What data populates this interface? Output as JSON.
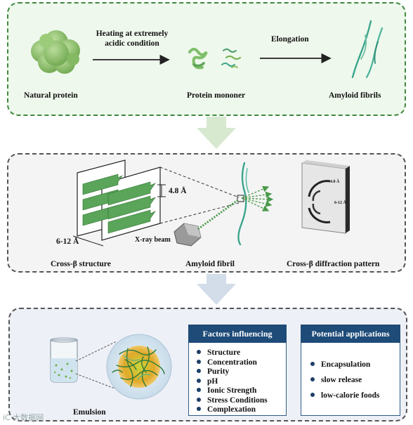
{
  "top": {
    "natural_protein": "Natural protein",
    "heating_line1": "Heating at extremely",
    "heating_line2": "acidic condition",
    "protein_monomer": "Protein mononer",
    "elongation": "Elongation",
    "amyloid_fibrils": "Amyloid fibrils"
  },
  "middle": {
    "spacing_48": "4.8 Å",
    "spacing_612": "6-12 Å",
    "xray_beam": "X-ray beam",
    "cross_beta_structure": "Cross-β structure",
    "amyloid_fibril": "Amyloid fibril",
    "diffraction_pattern": "Cross-β diffraction pattern",
    "pattern_label_48": "4.8 Å",
    "pattern_label_612": "6-12 Å"
  },
  "bottom": {
    "emulsion": "Emulsion",
    "factors_title": "Factors influencing",
    "factors": [
      "Structure",
      "Concentration",
      "Purity",
      "pH",
      "Ionic Strength",
      "Stress Conditions",
      "Complexation"
    ],
    "applications_title": "Potential applications",
    "applications": [
      "Encapsulation",
      "slow release",
      "low-calorie foods"
    ]
  },
  "watermark": "iC 大数据网",
  "colors": {
    "panel1_border": "#3f8a3f",
    "panel1_fill": "#eef8ec",
    "panel2_fill": "#f4f4f4",
    "panel3_fill": "#eef0f7",
    "protein_green": "#8cc26a",
    "fibril_teal": "#3aa58c",
    "header_blue": "#1e4b78"
  }
}
